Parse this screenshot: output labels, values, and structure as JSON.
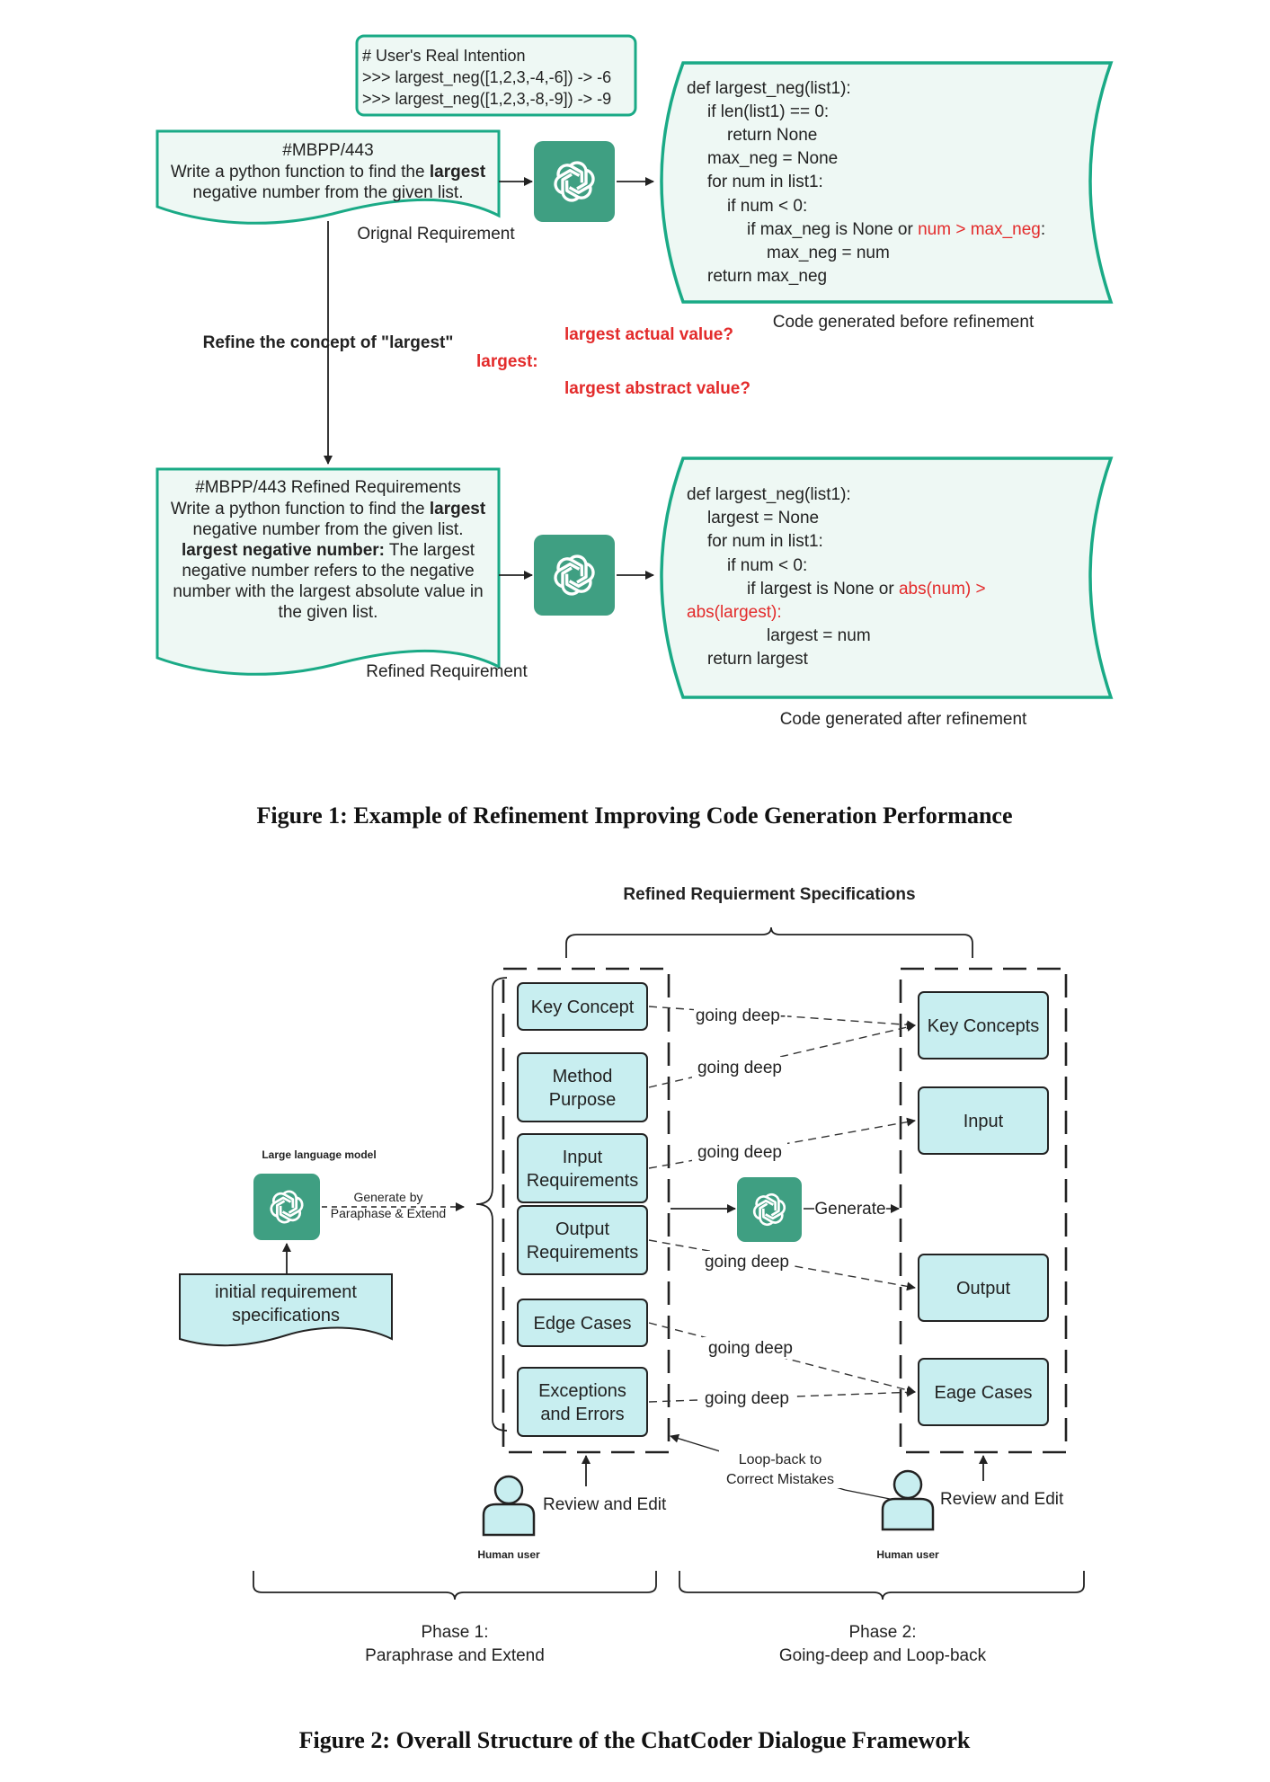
{
  "figure1": {
    "intention": {
      "lines": [
        "# User's Real Intention",
        ">>> largest_neg([1,2,3,-4,-6]) -> -6",
        ">>> largest_neg([1,2,3,-8,-9]) -> -9"
      ]
    },
    "original_req": {
      "id": "#MBPP/443",
      "line1_pre": "Write a python function to find the ",
      "line1_bold": "largest",
      "line2": "negative number from the given list.",
      "label": "Orignal Requirement"
    },
    "code_before": {
      "lines": [
        "def largest_neg(list1):",
        "if len(list1) == 0:",
        "return None",
        "max_neg = None",
        "for num in list1:",
        "if num < 0:",
        "if max_neg is None or ",
        "max_neg = num",
        "return max_neg"
      ],
      "highlight": "num > max_neg",
      "highlight_suffix": ":",
      "label": "Code generated before refinement"
    },
    "refine_label": "Refine the concept of \"largest\"",
    "largest_label": "largest:",
    "actual_q": "largest actual value?",
    "abstract_q": "largest abstract value?",
    "refined_req": {
      "title": "#MBPP/443 Refined Requirements",
      "line1_pre": "Write a python function to find the ",
      "line1_bold": "largest",
      "line2": "negative number from the given list.",
      "line3_bold": "largest negative number:",
      "line3_rest": " The largest",
      "line4": "negative number refers to the negative",
      "line5": "number with the largest absolute value in",
      "line6": "the given list.",
      "label": "Refined Requirement"
    },
    "code_after": {
      "lines": [
        "def largest_neg(list1):",
        "largest = None",
        "for num in list1:",
        "if num < 0:",
        "if largest is None or ",
        "abs(largest):",
        "largest = num",
        "return largest"
      ],
      "highlight": "abs(num) >",
      "label": "Code generated after refinement"
    },
    "caption": "Figure 1: Example of Refinement Improving Code Generation Performance"
  },
  "figure2": {
    "spec_title": "Refined Requierment Specifications",
    "llm_label": "Large language model",
    "generate_by_1": "Generate by",
    "generate_by_2": "Paraphase & Extend",
    "initial_req_1": "initial requirement",
    "initial_req_2": "specifications",
    "left_boxes": [
      {
        "l1": "Key Concept",
        "l2": ""
      },
      {
        "l1": "Method",
        "l2": "Purpose"
      },
      {
        "l1": "Input",
        "l2": "Requirements"
      },
      {
        "l1": "Output",
        "l2": "Requirements"
      },
      {
        "l1": "Edge Cases",
        "l2": ""
      },
      {
        "l1": "Exceptions",
        "l2": "and Errors"
      }
    ],
    "right_boxes": [
      "Key Concepts",
      "Input",
      "Output",
      "Eage Cases"
    ],
    "going_deep": "going deep",
    "going_deep_dash": "going deep-",
    "generate": "Generate",
    "loop_back_1": "Loop-back to",
    "loop_back_2": "Correct Mistakes",
    "review_edit": "Review and Edit",
    "human_user": "Human user",
    "phase1_1": "Phase 1:",
    "phase1_2": "Paraphrase and Extend",
    "phase2_1": "Phase 2:",
    "phase2_2": "Going-deep and Loop-back",
    "caption": "Figure 2: Overall Structure of the ChatCoder Dialogue Framework"
  },
  "colors": {
    "teal": "#1aaa86",
    "icon_bg": "#3f9f82",
    "doc_fill": "#eef8f4",
    "box_fill": "#c8eef0",
    "red": "#e32b2b"
  }
}
